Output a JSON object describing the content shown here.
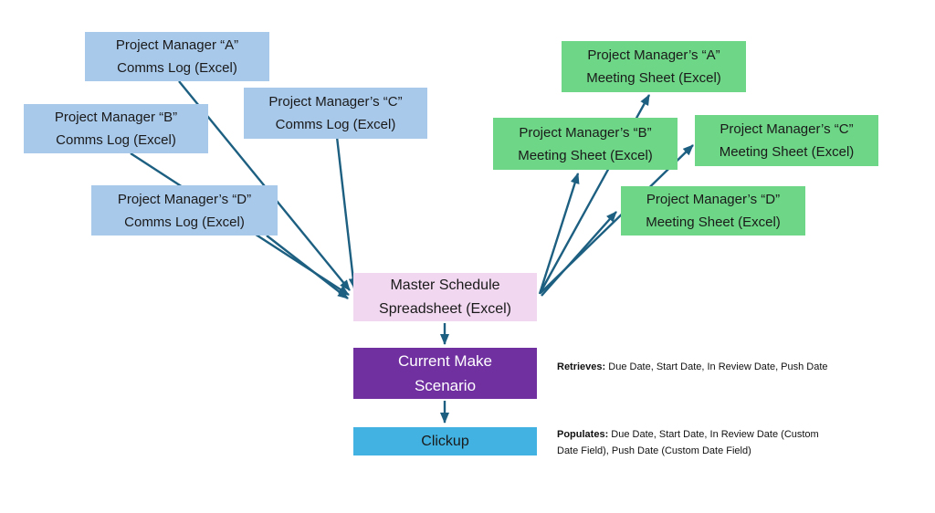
{
  "colors": {
    "comms_fill": "#A9C9EB",
    "meeting_fill": "#6ED687",
    "master_fill": "#F1D8F0",
    "scenario_fill": "#7030A0",
    "clickup_fill": "#41B2E2",
    "arrow": "#1C5F80",
    "text_dark": "#1a1a1a",
    "text_light": "#ffffff"
  },
  "nodes": {
    "comms_logs": [
      {
        "line1": "Project Manager “A”",
        "line2": "Comms Log (Excel)"
      },
      {
        "line1": "Project Manager “B”",
        "line2": "Comms Log (Excel)"
      },
      {
        "line1": "Project Manager’s “C”",
        "line2": "Comms Log (Excel)"
      },
      {
        "line1": "Project Manager’s “D”",
        "line2": "Comms Log (Excel)"
      }
    ],
    "meeting_sheets": [
      {
        "line1": "Project Manager’s “A”",
        "line2": "Meeting Sheet (Excel)"
      },
      {
        "line1": "Project Manager’s “B”",
        "line2": "Meeting Sheet (Excel)"
      },
      {
        "line1": "Project Manager’s “C”",
        "line2": "Meeting Sheet (Excel)"
      },
      {
        "line1": "Project Manager’s “D”",
        "line2": "Meeting Sheet (Excel)"
      }
    ],
    "master": {
      "line1": "Master Schedule",
      "line2": "Spreadsheet (Excel)"
    },
    "scenario": {
      "line1": "Current Make",
      "line2": "Scenario"
    },
    "clickup": {
      "label": "Clickup"
    }
  },
  "annotations": {
    "retrieves": {
      "label": "Retrieves:",
      "text": " Due Date, Start Date, In Review Date, Push Date"
    },
    "populates": {
      "label": "Populates:",
      "text": " Due Date, Start Date, In Review Date (Custom Date Field), Push Date (Custom Date Field)"
    }
  }
}
